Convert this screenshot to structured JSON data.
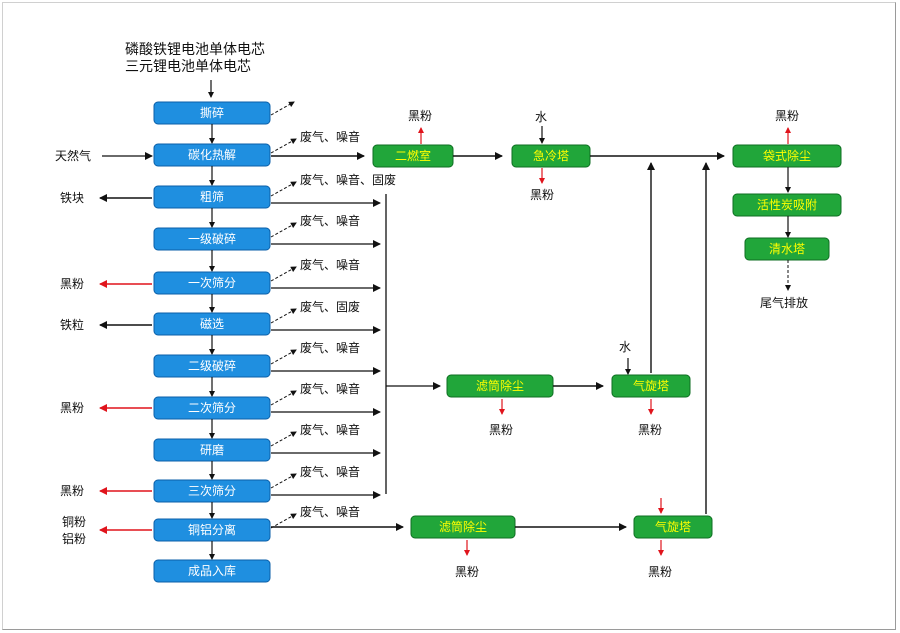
{
  "title": {
    "line1": "磷酸铁锂电池单体电芯",
    "line2": "三元锂电池单体电芯"
  },
  "main_steps": [
    "撕碎",
    "碳化热解",
    "粗筛",
    "一级破碎",
    "一次筛分",
    "磁选",
    "二级破碎",
    "二次筛分",
    "研磨",
    "三次筛分",
    "铜铝分离",
    "成品入库"
  ],
  "inputs": {
    "natural_gas": "天然气"
  },
  "side_outputs": {
    "iron_block": "铁块",
    "black_powder_1": "黑粉",
    "iron_granule": "铁粒",
    "black_powder_2": "黑粉",
    "black_powder_3": "黑粉",
    "copper_powder": "铜粉",
    "aluminum_powder": "铝粉"
  },
  "emissions": {
    "pyrolysis": "废气、噪音",
    "coarse": "废气、噪音、固废",
    "crush1": "废气、噪音",
    "screen1": "废气、噪音",
    "magnetic": "废气、固废",
    "crush2": "废气、噪音",
    "screen2": "废气、噪音",
    "grind": "废气、噪音",
    "screen3": "废气、噪音",
    "separation": "废气、噪音"
  },
  "green_boxes": {
    "secondary_combustion": "二燃室",
    "quench_tower": "急冷塔",
    "bag_dust": "袋式除尘",
    "activated_carbon": "活性炭吸附",
    "water_tower": "清水塔",
    "cartridge_1": "滤筒除尘",
    "cyclone_1": "气旋塔",
    "cartridge_2": "滤筒除尘",
    "cyclone_2": "气旋塔"
  },
  "green_labels": {
    "combustion_powder": "黑粉",
    "water_1": "水",
    "quench_powder": "黑粉",
    "bag_powder": "黑粉",
    "exhaust": "尾气排放",
    "water_2": "水",
    "cartridge1_powder": "黑粉",
    "cyclone1_powder": "黑粉",
    "cartridge2_powder": "黑粉",
    "cyclone2_powder": "黑粉"
  },
  "colors": {
    "blue_box": "#1f8fe0",
    "green_box": "#21a63a",
    "green_text": "#ffff00",
    "red_arrow": "#e0141c"
  }
}
